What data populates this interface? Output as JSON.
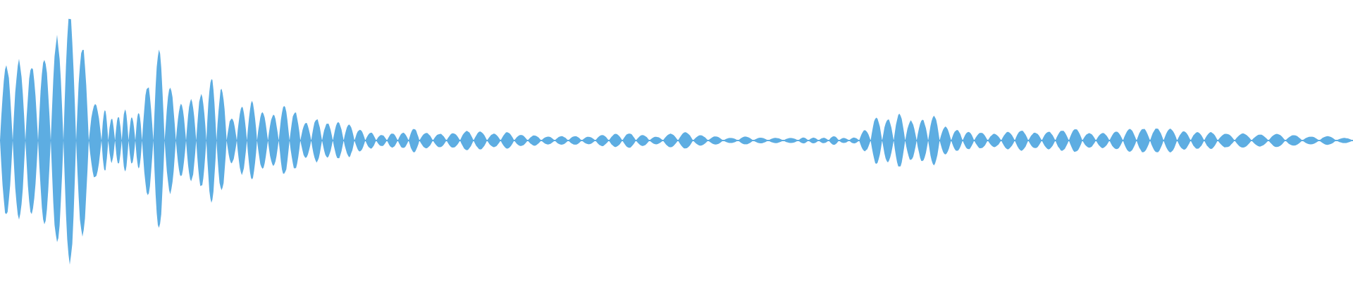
{
  "waveform": {
    "color": "#5dade2",
    "background": "#ffffff",
    "duration_fraction_shown": 1.0,
    "segments": [
      {
        "from": 0.0,
        "to": 0.075,
        "env": [
          0.55,
          0.62,
          0.58,
          0.6,
          0.78,
          0.96,
          0.72,
          0.28
        ],
        "cycles": 8
      },
      {
        "from": 0.075,
        "to": 0.105,
        "env": [
          0.22,
          0.16,
          0.18,
          0.22,
          0.16,
          0.2
        ],
        "cycles": 6
      },
      {
        "from": 0.105,
        "to": 0.13,
        "env": [
          0.38,
          0.68,
          0.4
        ],
        "cycles": 3
      },
      {
        "from": 0.13,
        "to": 0.16,
        "env": [
          0.28,
          0.3,
          0.33,
          0.42
        ],
        "cycles": 4
      },
      {
        "from": 0.16,
        "to": 0.19,
        "env": [
          0.4,
          0.18,
          0.24,
          0.26
        ],
        "cycles": 4
      },
      {
        "from": 0.19,
        "to": 0.23,
        "env": [
          0.2,
          0.2,
          0.24,
          0.2,
          0.14
        ],
        "cycles": 5
      },
      {
        "from": 0.23,
        "to": 0.31,
        "env": [
          0.16,
          0.12,
          0.14,
          0.12,
          0.08,
          0.06,
          0.04,
          0.05,
          0.06,
          0.08
        ],
        "cycles": 10
      },
      {
        "from": 0.31,
        "to": 0.4,
        "env": [
          0.06,
          0.05,
          0.05,
          0.07,
          0.06,
          0.05,
          0.06,
          0.04,
          0.04
        ],
        "cycles": 9
      },
      {
        "from": 0.4,
        "to": 0.49,
        "env": [
          0.03,
          0.03,
          0.03,
          0.03,
          0.04,
          0.05,
          0.05,
          0.04,
          0.03
        ],
        "cycles": 9
      },
      {
        "from": 0.49,
        "to": 0.59,
        "env": [
          0.05,
          0.06,
          0.04,
          0.03,
          0.02,
          0.03,
          0.02,
          0.02,
          0.02
        ],
        "cycles": 9
      },
      {
        "from": 0.59,
        "to": 0.635,
        "env": [
          0.02,
          0.02,
          0.02,
          0.03,
          0.02,
          0.02
        ],
        "cycles": 6
      },
      {
        "from": 0.635,
        "to": 0.72,
        "env": [
          0.08,
          0.18,
          0.16,
          0.18,
          0.14,
          0.15,
          0.18,
          0.1,
          0.08,
          0.06
        ],
        "cycles": 10
      },
      {
        "from": 0.72,
        "to": 0.8,
        "env": [
          0.06,
          0.05,
          0.06,
          0.07,
          0.06,
          0.06,
          0.07,
          0.08
        ],
        "cycles": 8
      },
      {
        "from": 0.8,
        "to": 0.9,
        "env": [
          0.05,
          0.06,
          0.06,
          0.08,
          0.09,
          0.09,
          0.08,
          0.07,
          0.06,
          0.06
        ],
        "cycles": 10
      },
      {
        "from": 0.9,
        "to": 1.0,
        "env": [
          0.05,
          0.05,
          0.04,
          0.05,
          0.04,
          0.03,
          0.03,
          0.02
        ],
        "cycles": 8
      }
    ]
  }
}
